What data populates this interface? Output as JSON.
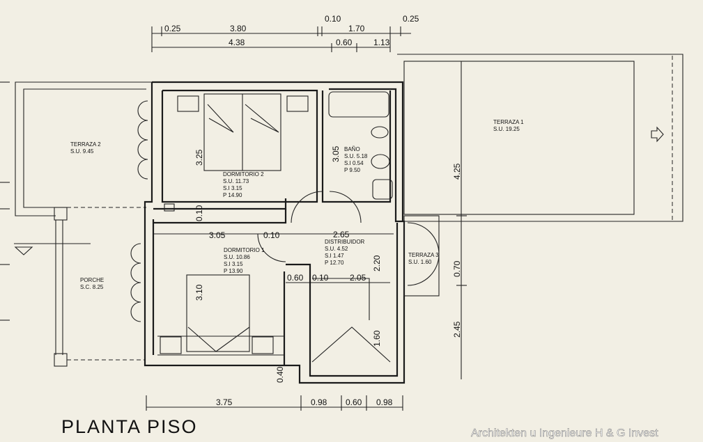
{
  "plan_title": "PLANTA PISO",
  "credit": "Architekten u Ingenieure  H & G Invest",
  "rooms": {
    "dormitorio2": {
      "name": "DORMITORIO 2",
      "su": "S.U.  11.73",
      "si": "S.I     3.15",
      "p": "P      14.90"
    },
    "dormitorio1": {
      "name": "DORMITORIO 1",
      "su": "S.U.  10.86",
      "si": "S.I     3.15",
      "p": "P      13.90"
    },
    "bano": {
      "name": "BAÑO",
      "su": "S.U.  5.18",
      "si": "S.I    0.54",
      "p": "P       9.50"
    },
    "distribuidor": {
      "name": "DISTRIBUIDOR",
      "su": "S.U.  4.52",
      "si": "S.I    1.47",
      "p": "P     12.70"
    },
    "terraza1": {
      "name": "TERRAZA 1",
      "su": "S.U. 19.25"
    },
    "terraza2": {
      "name": "TERRAZA 2",
      "su": "S.U.  9.45"
    },
    "terraza3": {
      "name": "TERRAZA 3",
      "su": "S.U. 1.60"
    },
    "porche": {
      "name": "PORCHE",
      "sc": "S.C.  8.25"
    }
  },
  "dimensions": {
    "top1": "0.25",
    "top2": "3.80",
    "top3": "0.10",
    "top4": "1.70",
    "top5": "0.25",
    "top6": "4.38",
    "top7": "0.60",
    "top8": "1.13",
    "v_dorm2": "3.25",
    "v_bano": "3.05",
    "v_terr1": "4.25",
    "v_010": "0.10",
    "mid1": "3.05",
    "mid2": "0.10",
    "mid3": "2.65",
    "v_220": "2.20",
    "v_070": "0.70",
    "v_245": "2.45",
    "v_310": "3.10",
    "s1": "0.60",
    "s2": "0.10",
    "s3": "2.05",
    "v_160": "1.60",
    "v_040": "0.40",
    "bot1": "3.75",
    "bot2": "0.98",
    "bot3": "0.60",
    "bot4": "0.98"
  }
}
